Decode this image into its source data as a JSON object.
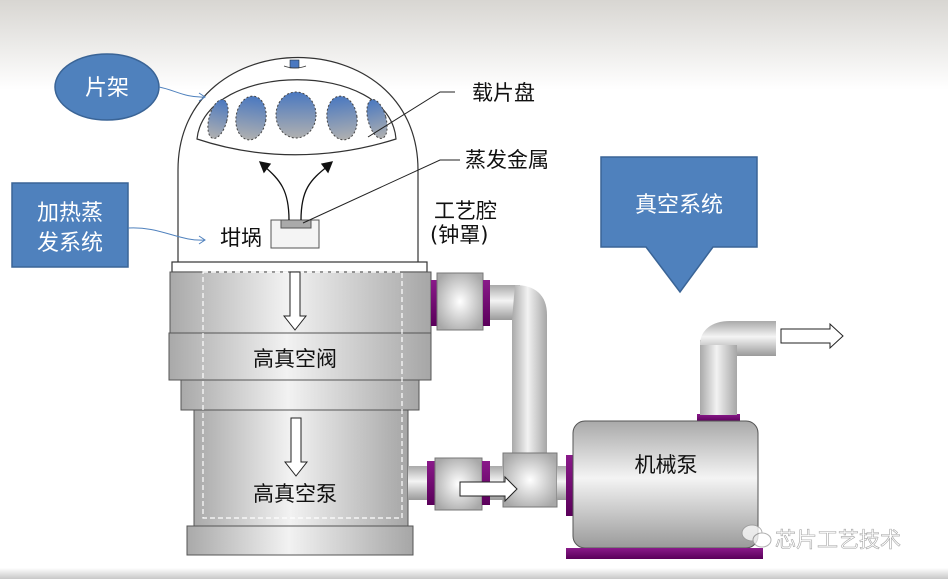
{
  "labels": {
    "wafer_rack": "片架",
    "heating_line1": "加热蒸",
    "heating_line2": "发系统",
    "wafer_carrier": "载片盘",
    "evap_metal": "蒸发金属",
    "chamber_line1": "工艺腔",
    "chamber_line2": "(钟罩)",
    "crucible": "坩埚",
    "vacuum_system": "真空系统",
    "hv_valve": "高真空阀",
    "hv_pump": "高真空泵",
    "mech_pump": "机械泵"
  },
  "watermark": {
    "text": "芯片工艺技术",
    "icon": "wechat-icon"
  },
  "colors": {
    "callout_blue": "#4F81BD",
    "flange_purple": "#7B0A7B",
    "metal_gray": "#BDBDBD",
    "wafer_blue": "#4A78C0"
  }
}
